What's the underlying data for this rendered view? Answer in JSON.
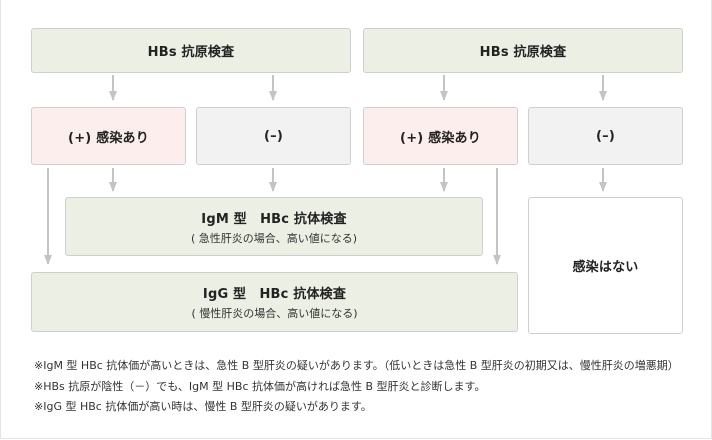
{
  "boxes": {
    "hbs_left": "HBs 抗原検査",
    "hbs_right": "HBs 抗原検査",
    "pos_left": "(+) 感染あり",
    "neg_left": "(–)",
    "pos_right": "(+) 感染あり",
    "neg_right": "(–)",
    "igm_title": "IgM 型　HBc 抗体検査",
    "igm_sub": "( 急性肝炎の場合、高い値になる)",
    "igg_title": "IgG 型　HBc 抗体検査",
    "igg_sub": "( 慢性肝炎の場合、高い値になる)",
    "no_infection": "感染はない"
  },
  "notes": [
    "※IgM 型 HBc 抗体価が高いときは、急性 B 型肝炎の疑いがあります。（低いときは急性 B 型肝炎の初期又は、慢性肝炎の増悪期）",
    "※HBs 抗原が陰性（－）でも、IgM 型 HBc 抗体価が高ければ急性 B 型肝炎と診断します。",
    "※IgG 型 HBc 抗体価が高い時は、慢性 B 型肝炎の疑いがあります。"
  ],
  "colors": {
    "green_box": "#ecefe4",
    "pink_box": "#fdeeee",
    "grey_box": "#f2f2f2",
    "arrow": "#c4c4c4"
  }
}
